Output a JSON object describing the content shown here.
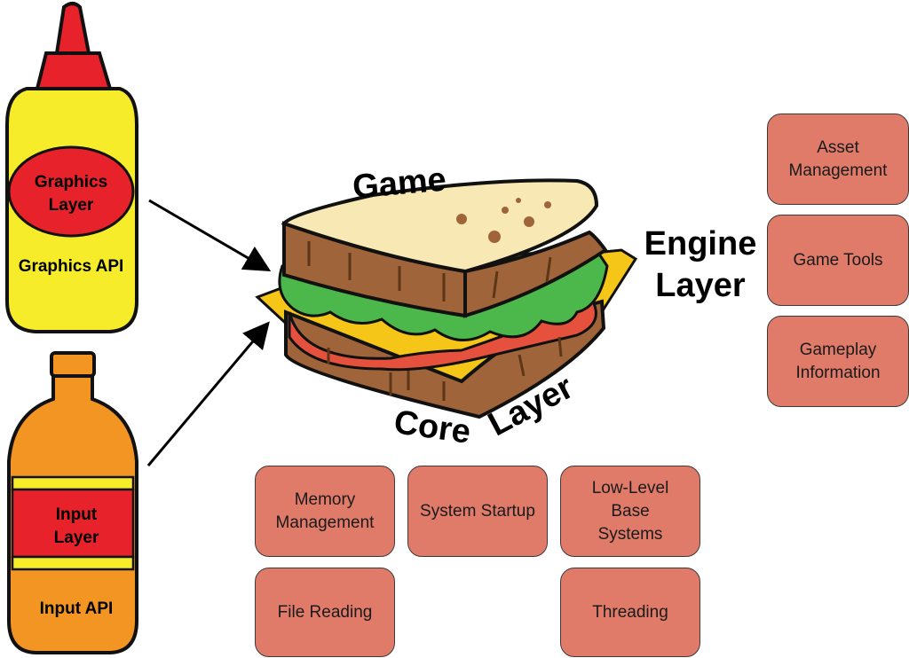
{
  "condiments": {
    "graphics": {
      "layer_label_line1": "Graphics",
      "layer_label_line2": "Layer",
      "api_label": "Graphics API"
    },
    "input": {
      "layer_label_line1": "Input",
      "layer_label_line2": "Layer",
      "api_label": "Input API"
    }
  },
  "sandwich": {
    "top_label": "Game",
    "bottom_label_word1": "Core",
    "bottom_label_word2": "Layer"
  },
  "engine_layer": {
    "label_line1": "Engine",
    "label_line2": "Layer",
    "boxes": [
      "Asset Management",
      "Game Tools",
      "Gameplay Information"
    ]
  },
  "core_layer_boxes": [
    "Memory Management",
    "System Startup",
    "Low-Level Base Systems",
    "File Reading",
    "Threading"
  ],
  "colors": {
    "box_fill": "#e07b6a",
    "mustard": "#f7ec2a",
    "ketchup_red": "#e8222b",
    "orange_bottle": "#f39522",
    "bread": "#f8e8b4",
    "crust": "#a0643a",
    "lettuce": "#4cb84c",
    "tomato": "#e5513c",
    "cheese": "#f5c518"
  }
}
